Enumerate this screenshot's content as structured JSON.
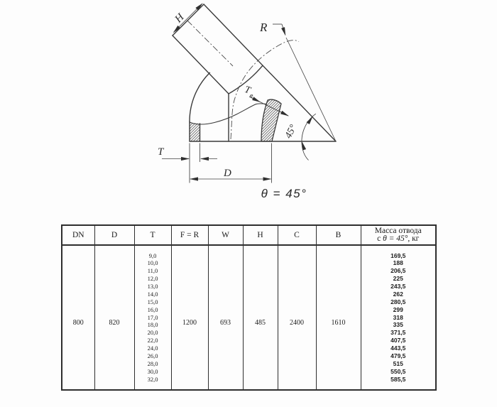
{
  "drawing": {
    "labels": {
      "h": "H",
      "r": "R",
      "t_inner_main": "T",
      "t_inner_sub": "в",
      "angle": "45°",
      "t": "T",
      "d": "D",
      "theta_equation": "θ = 45°"
    }
  },
  "table": {
    "headers": [
      "DN",
      "D",
      "T",
      "F = R",
      "W",
      "H",
      "C",
      "B"
    ],
    "mass_header": {
      "line1": "Масса отвода",
      "prefix": "с ",
      "angle": "θ = 45°",
      "suffix": ", кг"
    },
    "row": {
      "dn": "800",
      "d": "820",
      "t_values": [
        "9,0",
        "10,0",
        "11,0",
        "12,0",
        "13,0",
        "14,0",
        "15,0",
        "16,0",
        "17,0",
        "18,0",
        "20,0",
        "22,0",
        "24,0",
        "26,0",
        "28,0",
        "30,0",
        "32,0"
      ],
      "f_r": "1200",
      "w": "693",
      "h": "485",
      "c": "2400",
      "b": "1610",
      "mass_values": [
        "169,5",
        "188",
        "206,5",
        "225",
        "243,5",
        "262",
        "280,5",
        "299",
        "318",
        "335",
        "371,5",
        "407,5",
        "443,5",
        "479,5",
        "515",
        "550,5",
        "585,5"
      ]
    }
  }
}
